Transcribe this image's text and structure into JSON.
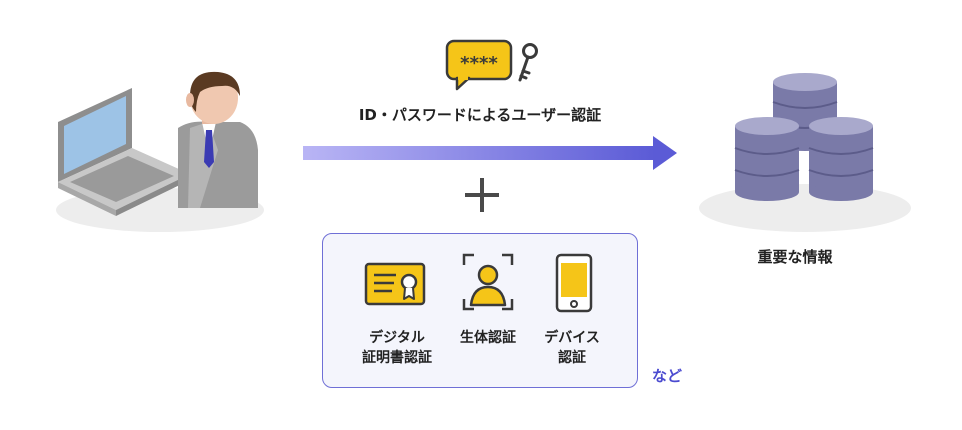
{
  "flow": {
    "auth_title": "ID・パスワードによるユーザー認証",
    "password_bubble_text": "****",
    "data_label": "重要な情報"
  },
  "factors": {
    "digital_line1": "デジタル",
    "digital_line2": "証明書認証",
    "bio_line1": "生体認証",
    "device_line1": "デバイス",
    "device_line2": "認証",
    "etc": "など"
  },
  "colors": {
    "accent_purple": "#5b5bd6",
    "icon_yellow": "#f5c518",
    "database": "#7a7aa8",
    "box_border": "#6f6fd6",
    "box_fill": "#f4f5fc"
  },
  "icons": [
    "laptop-icon",
    "user-icon",
    "password-bubble-icon",
    "key-icon",
    "database-icon",
    "certificate-icon",
    "face-scan-icon",
    "smartphone-icon",
    "plus-icon"
  ]
}
